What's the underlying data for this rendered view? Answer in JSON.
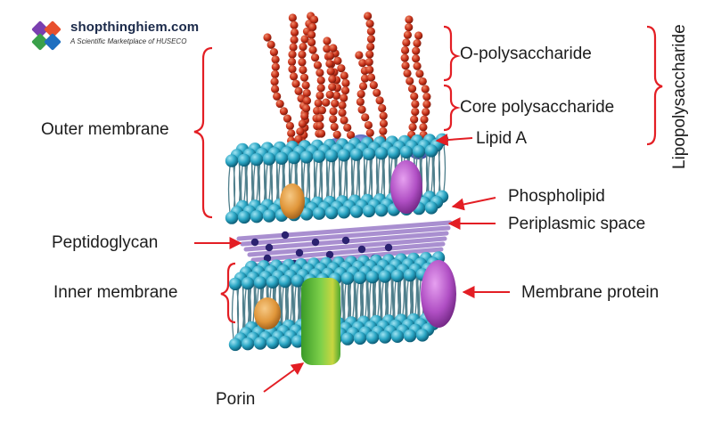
{
  "logo": {
    "name": "shopthinghiem.com",
    "tagline": "A Scientific Marketplace of HUSECO"
  },
  "labels": {
    "outer_membrane": "Outer membrane",
    "peptidoglycan": "Peptidoglycan",
    "inner_membrane": "Inner membrane",
    "porin": "Porin",
    "o_polysaccharide": "O-polysaccharide",
    "core_polysaccharide": "Core polysaccharide",
    "lipid_a": "Lipid A",
    "phospholipid": "Phospholipid",
    "periplasmic_space": "Periplasmic space",
    "membrane_protein": "Membrane protein",
    "lipopolysaccharide": "Lipopolysaccharide"
  },
  "colors": {
    "bracket": "#e31e24",
    "arrow": "#e31e24",
    "polysaccharide_bead": "#c8321a",
    "phospholipid_head": "#2aa6c4",
    "peptidoglycan_strand": "#a98fd0",
    "peptidoglycan_bead": "#2b2270",
    "porin": "#6cc43c",
    "membrane_protein": "#b04fc4",
    "orange_protein": "#e0963a"
  }
}
